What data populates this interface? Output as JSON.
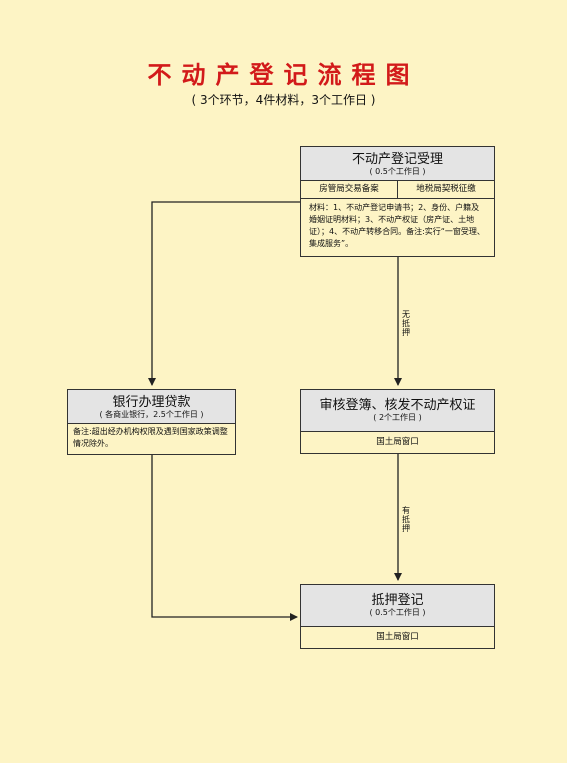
{
  "title": "不动产登记流程图",
  "subtitle": "( 3个环节，4件材料，3个工作日 )",
  "nodes": {
    "accept": {
      "name": "不动产登记受理",
      "duration": "( 0.5个工作日 )",
      "dept_left": "房管局交易备案",
      "dept_right": "地税局契税征缴",
      "materials": "材料：1、不动产登记申请书；2、身份、户籍及婚姻证明材料；3、不动产权证（房产证、土地证）；4、不动产转移合同。备注:实行“一窗受理、集成服务”。"
    },
    "bank": {
      "name": "银行办理贷款",
      "duration": "( 各商业银行，2.5个工作日 )",
      "note": "备注:超出经办机构权限及遇到国家政策调整情况除外。"
    },
    "review": {
      "name": "审核登簿、核发不动产权证",
      "duration": "( 2个工作日 )",
      "office": "国土局窗口"
    },
    "mortgage": {
      "name": "抵押登记",
      "duration": "( 0.5个工作日 )",
      "office": "国土局窗口"
    }
  },
  "edges": {
    "no_mortgage": "无抵押",
    "has_mortgage": "有抵押"
  }
}
